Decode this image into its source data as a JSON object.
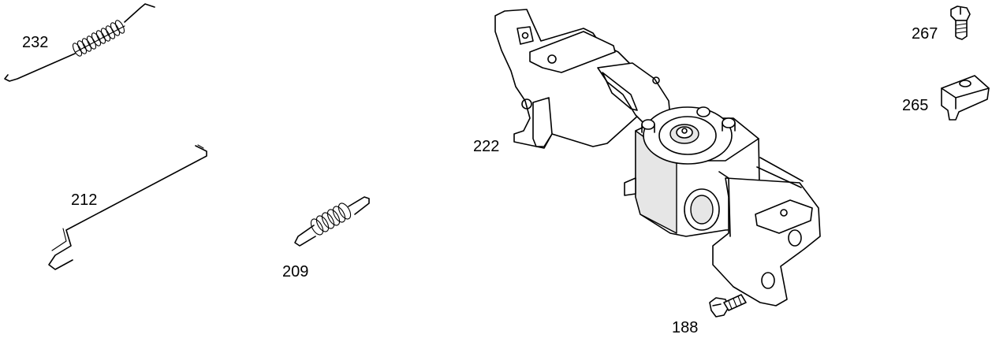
{
  "parts": [
    {
      "id": "232",
      "label": "232",
      "icon": "extension-spring-long"
    },
    {
      "id": "212",
      "label": "212",
      "icon": "governor-link-rod"
    },
    {
      "id": "209",
      "label": "209",
      "icon": "extension-spring-short"
    },
    {
      "id": "222",
      "label": "222",
      "icon": "control-bracket-assembly"
    },
    {
      "id": "188",
      "label": "188",
      "icon": "hex-flange-screw"
    },
    {
      "id": "267",
      "label": "267",
      "icon": "hex-bolt"
    },
    {
      "id": "265",
      "label": "265",
      "icon": "cable-clamp"
    }
  ]
}
